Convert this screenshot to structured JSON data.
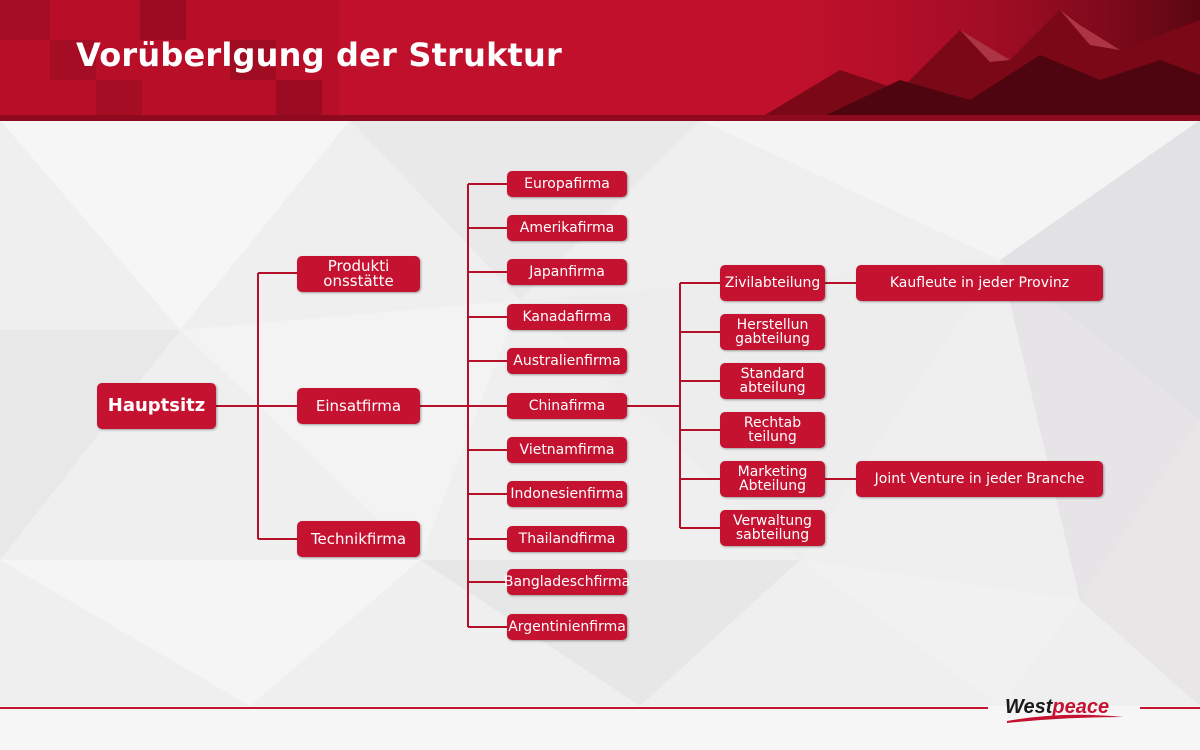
{
  "header": {
    "title": "Vorüberlgung der Struktur"
  },
  "colors": {
    "brand": "#c41230",
    "header": "#c1102c",
    "line": "#b5102a"
  },
  "tree": {
    "root": "Hauptsitz",
    "level1": [
      "Produkti\nonsstätte",
      "Einsatfirma",
      "Technikfirma"
    ],
    "firms": [
      "Europafirma",
      "Amerikafirma",
      "Japanfirma",
      "Kanadafirma",
      "Australienfirma",
      "Chinafirma",
      "Vietnamfirma",
      "Indonesienfirma",
      "Thailandfirma",
      "Bangladeschfirma",
      "Argentinienfirma"
    ],
    "departments": [
      "Zivilabteilung",
      "Herstellun\ngabteilung",
      "Standard\nabteilung",
      "Rechtab\nteilung",
      "Marketing\nAbteilung",
      "Verwaltung\nsabteilung"
    ],
    "sub": [
      "Kaufleute in jeder Provinz",
      "Joint Venture in jeder Branche"
    ]
  },
  "logo": {
    "text": "Westpeace"
  }
}
